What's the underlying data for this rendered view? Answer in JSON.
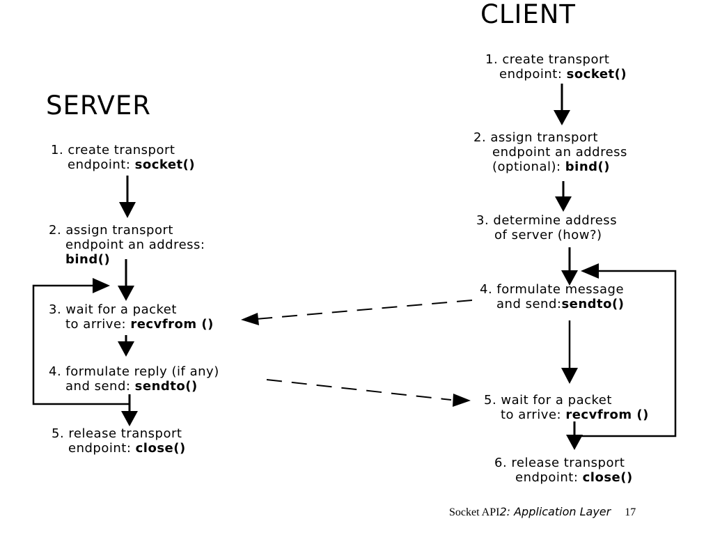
{
  "server": {
    "heading": "SERVER",
    "steps": [
      {
        "line1": "1. create transport",
        "line2_text": "endpoint: ",
        "line2_fn": "socket()"
      },
      {
        "line1": "2. assign transport",
        "line2": "endpoint an address:",
        "line3_fn": "bind()"
      },
      {
        "line1": "3. wait for a packet",
        "line2_text": "to arrive: ",
        "line2_fn": "recvfrom ()"
      },
      {
        "line1": "4. formulate reply (if any)",
        "line2_text": "and send: ",
        "line2_fn": "sendto()"
      },
      {
        "line1": "5. release transport",
        "line2_text": "endpoint: ",
        "line2_fn": "close()"
      }
    ]
  },
  "client": {
    "heading": "CLIENT",
    "steps": [
      {
        "line1": "1. create transport",
        "line2_text": "endpoint: ",
        "line2_fn": "socket()"
      },
      {
        "line1": "2. assign transport",
        "line2": "endpoint an address",
        "line3_text": "(optional): ",
        "line3_fn": "bind()"
      },
      {
        "line1": "3. determine address",
        "line2": "of server (how?)"
      },
      {
        "line1": "4. formulate message",
        "line2_text": "and send:",
        "line2_fn": "sendto()"
      },
      {
        "line1": "5. wait for a packet",
        "line2_text": "to arrive: ",
        "line2_fn": "recvfrom ()"
      },
      {
        "line1": "6. release transport",
        "line2_text": "endpoint: ",
        "line2_fn": "close()"
      }
    ]
  },
  "footer": {
    "source": "Socket API",
    "title": "2: Application Layer",
    "page": "17"
  },
  "colors": {
    "ink": "#000000",
    "background": "#ffffff"
  }
}
